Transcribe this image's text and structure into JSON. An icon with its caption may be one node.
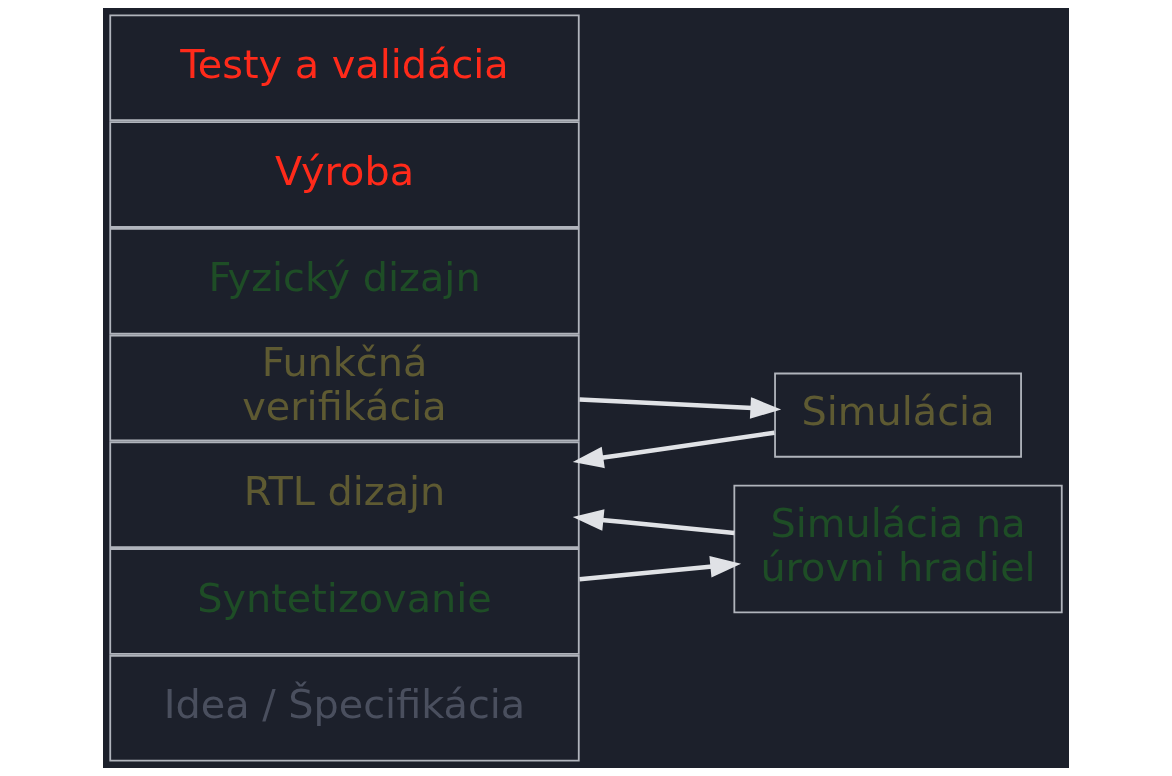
{
  "diagram": {
    "nodes": [
      {
        "text": [
          "Idea / Špecifikácia"
        ]
      },
      {
        "text": [
          "RTL dizajn"
        ]
      },
      {
        "text": [
          "Funkčná verifikácia"
        ]
      },
      {
        "text": [
          "Syntetizovanie"
        ]
      },
      {
        "text": [
          "Fyzický dizajn"
        ]
      },
      {
        "text": [
          "Výroba"
        ]
      },
      {
        "text": [
          "Testy a validácia"
        ]
      },
      {
        "text": [
          "Simulácia"
        ]
      },
      {
        "text": [
          "Simulácia na úrovni hradiel"
        ]
      }
    ],
    "edges": [
      {
        "from": 2,
        "to": 7,
        "arrow": "to"
      },
      {
        "from": 7,
        "to": 1,
        "arrow": "to"
      },
      {
        "from": 8,
        "to": 1,
        "arrow": "to"
      },
      {
        "from": 3,
        "to": 8,
        "arrow": "to"
      }
    ]
  }
}
